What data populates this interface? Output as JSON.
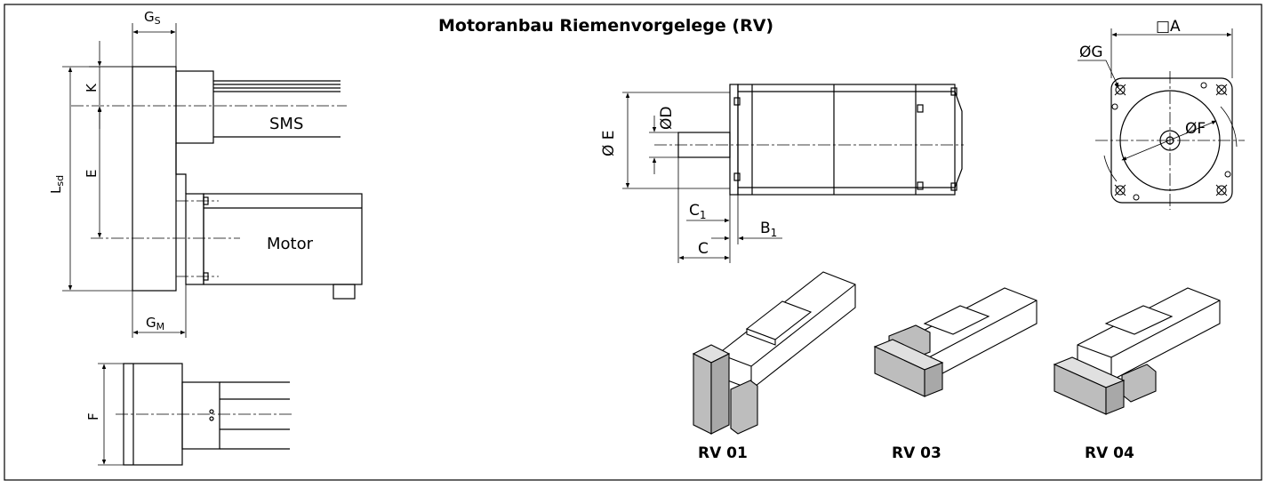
{
  "title": "Motoranbau Riemenvorgelege (RV)",
  "side_view": {
    "gs": {
      "main": "G",
      "sub": "S"
    },
    "gm": {
      "main": "G",
      "sub": "M"
    },
    "lsd": {
      "main": "L",
      "sub": "sd"
    },
    "k": "K",
    "e": "E",
    "sms": "SMS",
    "motor": "Motor"
  },
  "top_view": {
    "f": "F"
  },
  "motor_side": {
    "oe": "Ø E",
    "od": "ØD",
    "c1": {
      "main": "C",
      "sub": "1"
    },
    "b1": {
      "main": "B",
      "sub": "1"
    },
    "c": "C"
  },
  "motor_front": {
    "a": "□A",
    "og": "ØG",
    "of": "ØF"
  },
  "variants": [
    "RV 01",
    "RV 03",
    "RV 04"
  ],
  "colors": {
    "line": "#000000",
    "box_fill": "#d4d4d4",
    "box_dark": "#a8a8a8"
  }
}
